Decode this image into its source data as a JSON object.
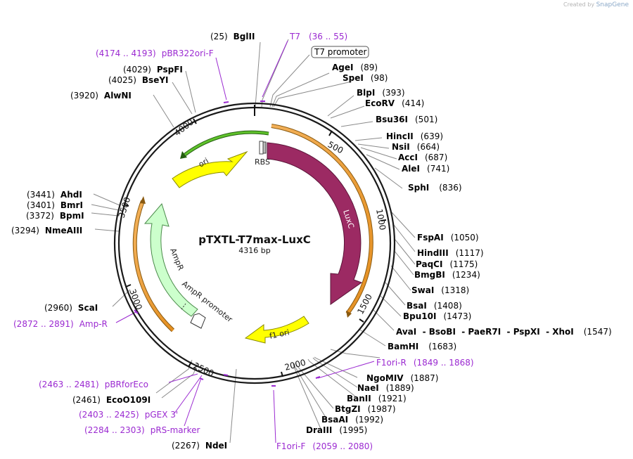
{
  "credit": {
    "prefix": "Created by",
    "brand": "SnapGene"
  },
  "plasmid": {
    "name": "pTXTL-T7max-LuxC",
    "size_label": "4316 bp",
    "length": 4316
  },
  "colors": {
    "primer": "#9b2ad1",
    "ori": "#ffff00",
    "luxc": "#9c2a63",
    "ampr": "#ccffcc",
    "promoter": "#ffffff",
    "orange_bar": "#f0a030",
    "green_bar": "#3f9e1c",
    "backbone": "#1a1a1a"
  },
  "ticks": [
    "500",
    "1000",
    "1500",
    "2000",
    "2500",
    "3000",
    "3500",
    "4000"
  ],
  "features": [
    {
      "name": "LuxC",
      "color": "#9c2a63"
    },
    {
      "name": "ori",
      "color": "#ffff00"
    },
    {
      "name": "f1 ori",
      "color": "#ffff00"
    },
    {
      "name": "AmpR",
      "color": "#ccffcc"
    },
    {
      "name": "AmpR promoter",
      "color": "#ffffff"
    },
    {
      "name": "RBS",
      "color": "#ffffff"
    }
  ],
  "sites": [
    {
      "id": "bglii",
      "name": "BglII",
      "pos": "(25)"
    },
    {
      "id": "agei",
      "name": "AgeI",
      "pos": "(89)"
    },
    {
      "id": "spei",
      "name": "SpeI",
      "pos": "(98)"
    },
    {
      "id": "blpi",
      "name": "BlpI",
      "pos": "(393)"
    },
    {
      "id": "ecorv",
      "name": "EcoRV",
      "pos": "(414)"
    },
    {
      "id": "bsu36i",
      "name": "Bsu36I",
      "pos": "(501)"
    },
    {
      "id": "hincii",
      "name": "HincII",
      "pos": "(639)"
    },
    {
      "id": "nsii",
      "name": "NsiI",
      "pos": "(664)"
    },
    {
      "id": "acci",
      "name": "AccI",
      "pos": "(687)"
    },
    {
      "id": "alei",
      "name": "AleI",
      "pos": "(741)"
    },
    {
      "id": "sphi",
      "name": "SphI",
      "pos": "(836)"
    },
    {
      "id": "fspai",
      "name": "FspAI",
      "pos": "(1050)"
    },
    {
      "id": "hindiii",
      "name": "HindIII",
      "pos": "(1117)"
    },
    {
      "id": "paqci",
      "name": "PaqCI",
      "pos": "(1175)"
    },
    {
      "id": "bmgbi",
      "name": "BmgBI",
      "pos": "(1234)"
    },
    {
      "id": "swai",
      "name": "SwaI",
      "pos": "(1318)"
    },
    {
      "id": "bsai",
      "name": "BsaI",
      "pos": "(1408)"
    },
    {
      "id": "bpu10i",
      "name": "Bpu10I",
      "pos": "(1473)"
    },
    {
      "id": "xhoi_group",
      "name": "AvaI  - BsoBI  - PaeR7I  - PspXI  - XhoI",
      "pos": "(1547)"
    },
    {
      "id": "bamhi",
      "name": "BamHI",
      "pos": "(1683)"
    },
    {
      "id": "ngomiv",
      "name": "NgoMIV",
      "pos": "(1887)"
    },
    {
      "id": "naei",
      "name": "NaeI",
      "pos": "(1889)"
    },
    {
      "id": "banii",
      "name": "BanII",
      "pos": "(1921)"
    },
    {
      "id": "btgzi",
      "name": "BtgZI",
      "pos": "(1987)"
    },
    {
      "id": "bsaai",
      "name": "BsaAI",
      "pos": "(1992)"
    },
    {
      "id": "draiii",
      "name": "DraIII",
      "pos": "(1995)"
    },
    {
      "id": "ndei",
      "name": "NdeI",
      "pos": "(2267)"
    },
    {
      "id": "eco0109i",
      "name": "EcoO109I",
      "pos": "(2461)"
    },
    {
      "id": "scai",
      "name": "ScaI",
      "pos": "(2960)"
    },
    {
      "id": "nmeaiii",
      "name": "NmeAIII",
      "pos": "(3294)"
    },
    {
      "id": "bpmi",
      "name": "BpmI",
      "pos": "(3372)"
    },
    {
      "id": "bmri",
      "name": "BmrI",
      "pos": "(3401)"
    },
    {
      "id": "ahdi",
      "name": "AhdI",
      "pos": "(3441)"
    },
    {
      "id": "alwni",
      "name": "AlwNI",
      "pos": "(3920)"
    },
    {
      "id": "bseyi",
      "name": "BseYI",
      "pos": "(4025)"
    },
    {
      "id": "pspfi",
      "name": "PspFI",
      "pos": "(4029)"
    }
  ],
  "primers": [
    {
      "id": "t7",
      "name": "T7",
      "range": "(36 .. 55)"
    },
    {
      "id": "pbr322ori",
      "name": "pBR322ori-F",
      "range": "(4174 .. 4193)"
    },
    {
      "id": "f1orir",
      "name": "F1ori-R",
      "range": "(1849 .. 1868)"
    },
    {
      "id": "f1orif",
      "name": "F1ori-F",
      "range": "(2059 .. 2080)"
    },
    {
      "id": "prsmarker",
      "name": "pRS-marker",
      "range": "(2284 .. 2303)"
    },
    {
      "id": "pgex3",
      "name": "pGEX 3'",
      "range": "(2403 .. 2425)"
    },
    {
      "id": "pbrforeco",
      "name": "pBRforEco",
      "range": "(2463 .. 2481)"
    },
    {
      "id": "ampr_primer",
      "name": "Amp-R",
      "range": "(2872 .. 2891)"
    }
  ],
  "boxed_feature": {
    "name": "T7 promoter"
  }
}
